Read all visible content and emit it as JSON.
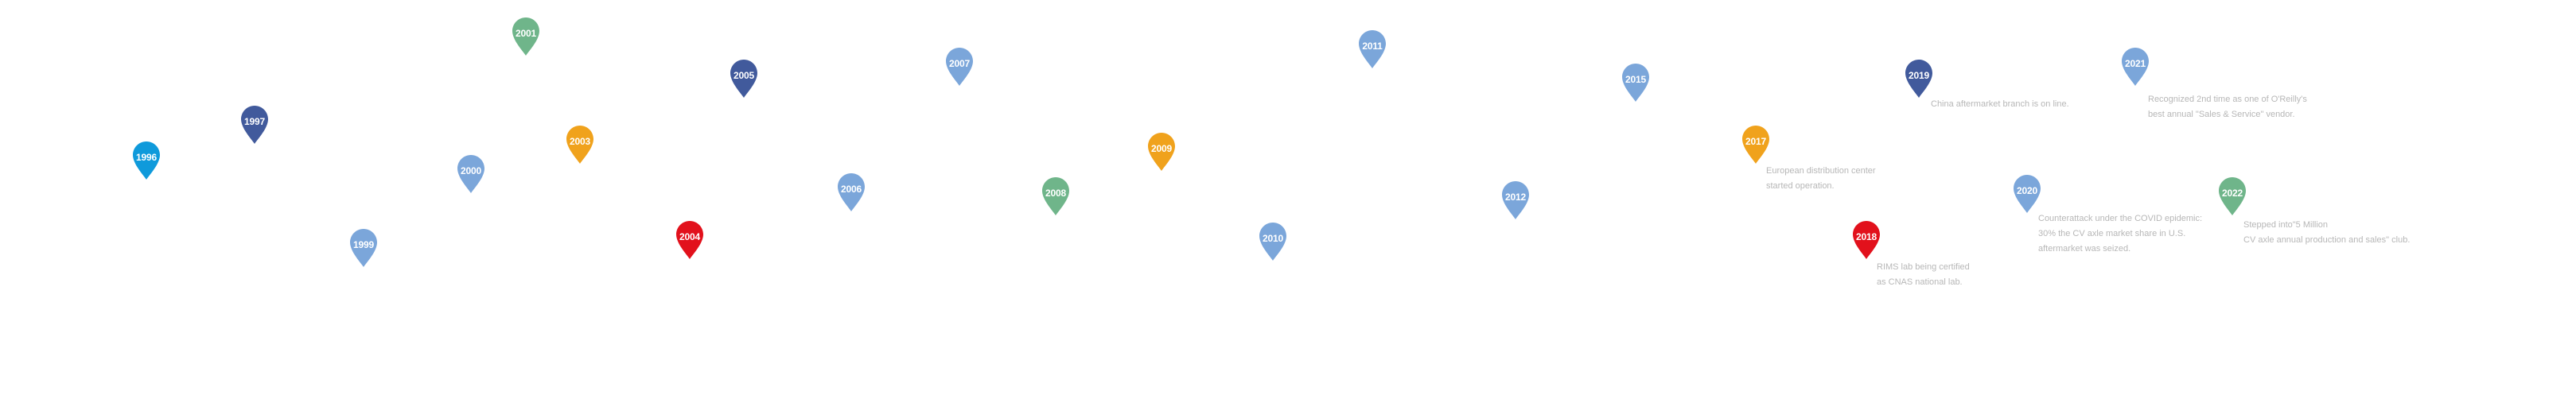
{
  "colors": {
    "light_blue": "#7BA6DA",
    "dark_blue": "#415A9C",
    "cyan": "#0F9ADB",
    "green": "#6FB58A",
    "orange": "#F0A21C",
    "red": "#E2111C",
    "note_text": "#B7B7B7"
  },
  "milestones": [
    {
      "year": "1996",
      "color": "cyan",
      "icon": "map-pin-icon"
    },
    {
      "year": "1997",
      "color": "dark_blue",
      "icon": "map-pin-icon"
    },
    {
      "year": "1999",
      "color": "light_blue",
      "icon": "map-pin-icon"
    },
    {
      "year": "2000",
      "color": "light_blue",
      "icon": "map-pin-icon"
    },
    {
      "year": "2001",
      "color": "green",
      "icon": "map-pin-icon"
    },
    {
      "year": "2003",
      "color": "orange",
      "icon": "map-pin-icon"
    },
    {
      "year": "2004",
      "color": "red",
      "icon": "map-pin-icon"
    },
    {
      "year": "2005",
      "color": "dark_blue",
      "icon": "map-pin-icon"
    },
    {
      "year": "2006",
      "color": "light_blue",
      "icon": "map-pin-icon"
    },
    {
      "year": "2007",
      "color": "light_blue",
      "icon": "map-pin-icon"
    },
    {
      "year": "2008",
      "color": "green",
      "icon": "map-pin-icon"
    },
    {
      "year": "2009",
      "color": "orange",
      "icon": "map-pin-icon"
    },
    {
      "year": "2010",
      "color": "light_blue",
      "icon": "map-pin-icon"
    },
    {
      "year": "2011",
      "color": "light_blue",
      "icon": "map-pin-icon"
    },
    {
      "year": "2012",
      "color": "light_blue",
      "icon": "map-pin-icon"
    },
    {
      "year": "2015",
      "color": "light_blue",
      "icon": "map-pin-icon"
    },
    {
      "year": "2017",
      "color": "orange",
      "icon": "map-pin-icon"
    },
    {
      "year": "2018",
      "color": "red",
      "icon": "map-pin-icon"
    },
    {
      "year": "2019",
      "color": "dark_blue",
      "icon": "map-pin-icon"
    },
    {
      "year": "2020",
      "color": "light_blue",
      "icon": "map-pin-icon"
    },
    {
      "year": "2021",
      "color": "light_blue",
      "icon": "map-pin-icon"
    },
    {
      "year": "2022",
      "color": "green",
      "icon": "map-pin-icon"
    }
  ],
  "notes": {
    "n2017": {
      "line1": "European distribution center",
      "line2": "started operation."
    },
    "n2018": {
      "line1": "RIMS lab being certified",
      "line2": "as CNAS national lab."
    },
    "n2019": {
      "line1": "China aftermarket branch is on line."
    },
    "n2020": {
      "line1": "Counterattack under the COVID epidemic:",
      "line2": "30% the CV axle market share in U.S.",
      "line3": "aftermarket was seized."
    },
    "n2021": {
      "line1": "Recognized 2nd time as one of O'Reilly's",
      "line2": "best annual \"Sales & Service\" vendor."
    },
    "n2022": {
      "line1": "Stepped into\"5 Million",
      "line2": "CV axle annual production and sales\" club."
    }
  }
}
